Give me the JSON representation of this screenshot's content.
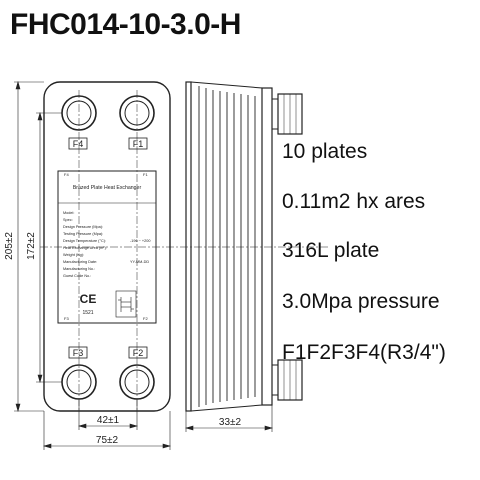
{
  "title": "FHC014-10-3.0-H",
  "specs": [
    "10 plates",
    "0.11m2 hx ares",
    "316L plate",
    "3.0Mpa pressure",
    "F1F2F3F4(R3/4\")"
  ],
  "port_labels": {
    "f1": "F1",
    "f2": "F2",
    "f3": "F3",
    "f4": "F4"
  },
  "nameplate": {
    "heading": "Brazed Plate Heat Exchanger",
    "fields": [
      "Model:",
      "Spec:",
      "Design Pressure (Mpa):",
      "Testing Pressure (Mpa):",
      "Design Temperature (°C):",
      "Heat Exchange Area (m²):",
      "Weight (Kg):",
      "Manufacturing Date:",
      "Manufacturing No.:",
      "Guest Code No.:"
    ],
    "temp_range": "-196 ~ +200",
    "date_format": "YY-MM-DD",
    "ce_mark": "CE",
    "ce_number": "1521",
    "corner_f4": "F4",
    "corner_f1": "F1",
    "corner_f3": "F3",
    "corner_f2": "F2"
  },
  "dimensions": {
    "height_outer": "205±2",
    "height_ports": "172±2",
    "width_ports": "42±1",
    "width_total": "75±2",
    "depth": "33±2"
  }
}
